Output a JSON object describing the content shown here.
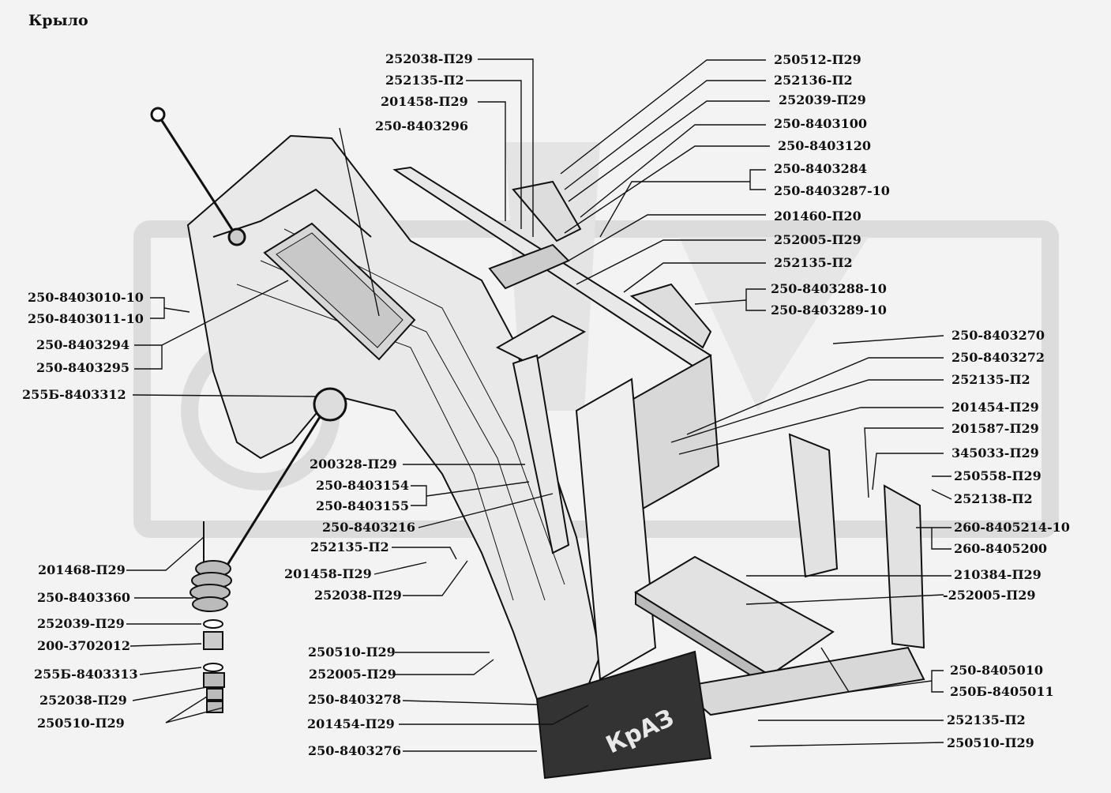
{
  "title": "Крыло",
  "watermark": {
    "text": "КрАЗ",
    "color": "#e2e2e2"
  },
  "colors": {
    "ink": "#111111",
    "background": "#f3f3f3",
    "watermark": "#dedede"
  },
  "plate_text": "КрАЗ",
  "labels": {
    "l01": "252038-П29",
    "l02": "252135-П2",
    "l03": "201458-П29",
    "l04": "250-8403296",
    "l05": "250512-П29",
    "l06": "252136-П2",
    "l07": "252039-П29",
    "l08": "250-8403100",
    "l09": "250-8403120",
    "l10": "250-8403284",
    "l11": "250-8403287-10",
    "l12": "201460-П20",
    "l13": "252005-П29",
    "l14": "252135-П2",
    "l15": "250-8403288-10",
    "l16": "250-8403289-10",
    "l17": "250-8403270",
    "l18": "250-8403272",
    "l19": "252135-П2",
    "l20": "201454-П29",
    "l21": "201587-П29",
    "l22": "345033-П29",
    "l23": "250558-П29",
    "l24": "252138-П2",
    "l25": "260-8405214-10",
    "l26": "260-8405200",
    "l27": "210384-П29",
    "l28": "-252005-П29",
    "l29": "250-8405010",
    "l30": "250Б-8405011",
    "l31": "252135-П2",
    "l32": "250510-П29",
    "l33": "250-8403010-10",
    "l34": "250-8403011-10",
    "l35": "250-8403294",
    "l36": "250-8403295",
    "l37": "255Б-8403312",
    "l38": "200328-П29",
    "l39": "250-8403154",
    "l40": "250-8403155",
    "l41": "250-8403216",
    "l42": "252135-П2",
    "l43": "201458-П29",
    "l44": "252038-П29",
    "l45": "201468-П29",
    "l46": "250-8403360",
    "l47": "252039-П29",
    "l48": "200-3702012",
    "l49": "255Б-8403313",
    "l50": "252038-П29",
    "l51": "250510-П29",
    "l52": "250510-П29",
    "l53": "252005-П29",
    "l54": "250-8403278",
    "l55": "201454-П29",
    "l56": "250-8403276"
  }
}
